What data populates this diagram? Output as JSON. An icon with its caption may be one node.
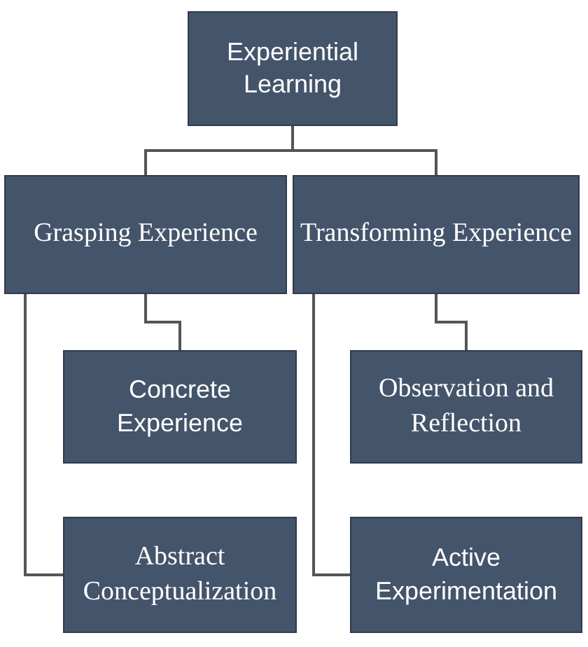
{
  "diagram": {
    "nodes": [
      {
        "text": [
          "Experiential Learning"
        ]
      },
      {
        "text": [
          "Grasping Experience"
        ]
      },
      {
        "text": [
          "Transforming Experience"
        ]
      },
      {
        "text": [
          "Concrete Experience"
        ]
      },
      {
        "text": [
          "Observation and Reflection"
        ]
      },
      {
        "text": [
          "Abstract Conceptualization"
        ]
      },
      {
        "text": [
          "Active Experimentation"
        ]
      }
    ],
    "edges": [
      {
        "from": 0,
        "to": 1,
        "arrow": "none"
      },
      {
        "from": 0,
        "to": 2,
        "arrow": "none"
      },
      {
        "from": 1,
        "to": 3,
        "arrow": "none"
      },
      {
        "from": 1,
        "to": 5,
        "arrow": "none"
      },
      {
        "from": 2,
        "to": 4,
        "arrow": "none"
      },
      {
        "from": 2,
        "to": 6,
        "arrow": "none"
      }
    ]
  }
}
